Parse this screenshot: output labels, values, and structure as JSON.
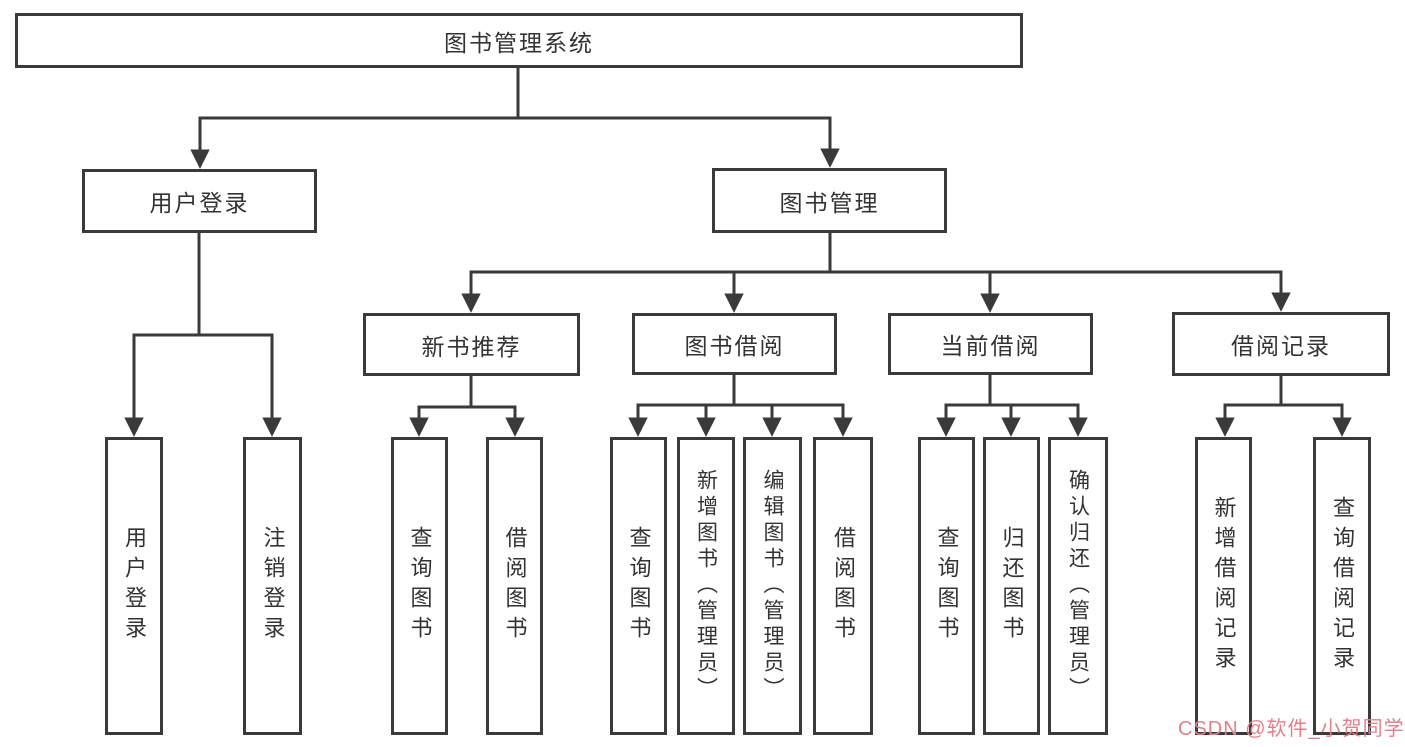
{
  "tree": {
    "root": {
      "label": "图书管理系统"
    },
    "level1": [
      {
        "label": "用户登录",
        "children": [
          {
            "label": "用户登录"
          },
          {
            "label": "注销登录"
          }
        ]
      },
      {
        "label": "图书管理",
        "children": [
          {
            "label": "新书推荐",
            "children": [
              {
                "label": "查询图书"
              },
              {
                "label": "借阅图书"
              }
            ]
          },
          {
            "label": "图书借阅",
            "children": [
              {
                "label": "查询图书"
              },
              {
                "label": "新增图书（管理员）"
              },
              {
                "label": "编辑图书（管理员）"
              },
              {
                "label": "借阅图书"
              }
            ]
          },
          {
            "label": "当前借阅",
            "children": [
              {
                "label": "查询图书"
              },
              {
                "label": "归还图书"
              },
              {
                "label": "确认归还（管理员）"
              }
            ]
          },
          {
            "label": "借阅记录",
            "children": [
              {
                "label": "新增借阅记录"
              },
              {
                "label": "查询借阅记录"
              }
            ]
          }
        ]
      }
    ]
  },
  "watermark": {
    "text": "CSDN @软件_小贺同学"
  },
  "colors": {
    "line": "#3a3a3a",
    "text": "#333333",
    "watermark": "#e0808b",
    "background": "#ffffff"
  }
}
